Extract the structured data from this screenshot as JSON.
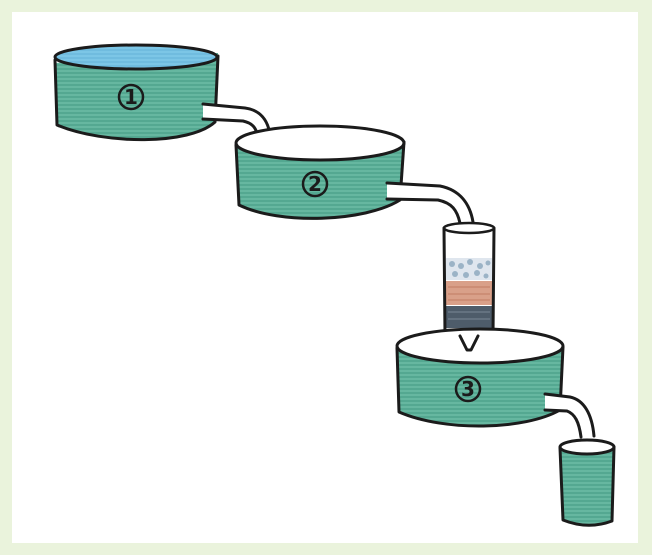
{
  "labels": {
    "tank1": "1",
    "tank2": "2",
    "tank3": "3"
  },
  "colors": {
    "background": "#eaf3dc",
    "paper": "#ffffff",
    "tank_fill": "#5fb39c",
    "water": "#79c4e6",
    "ink": "#1b1b1b"
  }
}
